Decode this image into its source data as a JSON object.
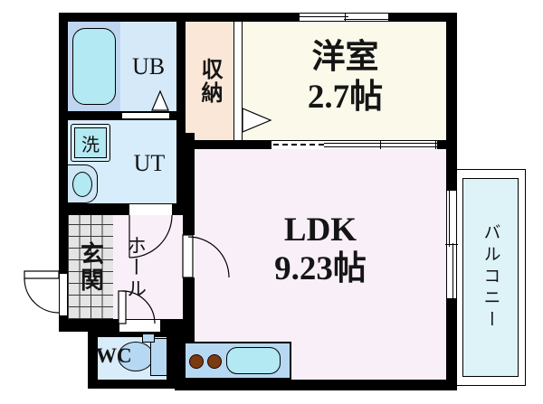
{
  "rooms": {
    "ub": {
      "label": "UB"
    },
    "ut": {
      "label": "UT"
    },
    "washer": {
      "label": "洗"
    },
    "genkan": {
      "label": "玄関"
    },
    "hall": {
      "label": "ホール"
    },
    "wc": {
      "label": "WC"
    },
    "closet": {
      "label": "収納"
    },
    "western_room": {
      "label": "洋室",
      "area": "2.7帖"
    },
    "ldk": {
      "label": "LDK",
      "area": "9.23帖"
    },
    "balcony": {
      "label": "バルコニー"
    }
  },
  "colors": {
    "wall": "#000000",
    "bath_floor": "#d5e9f9",
    "bath_cell": "#c0d6f0",
    "fixture_cyan": "#b2e9f2",
    "fixture_blue": "#b7d8f2",
    "ut_floor": "#d8edfb",
    "wc_floor": "#d8ecfa",
    "basin_counter": "#cfe6f7",
    "genkan_tile": "#e4e4e4",
    "hall_floor": "#f9eff8",
    "ldk_floor": "#f9eff8",
    "western_floor": "#fbf9ea",
    "closet_floor": "#fbe7d8",
    "balcony_floor": "#ddf3f8",
    "burner_brown": "#7b3b10"
  }
}
